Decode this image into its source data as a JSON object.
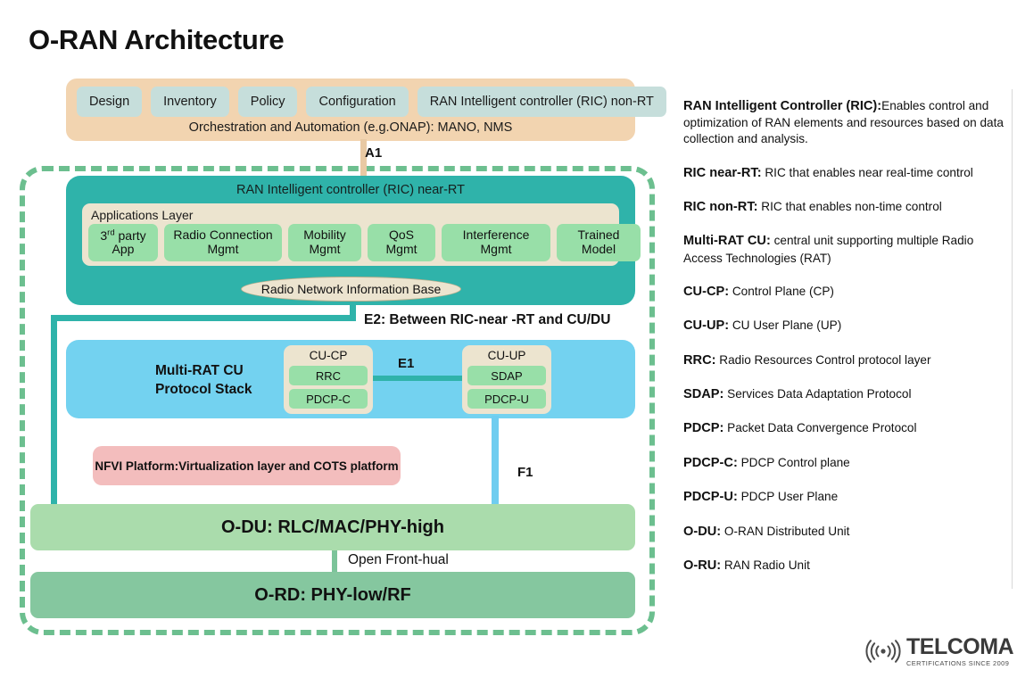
{
  "page": {
    "title": "O-RAN Architecture"
  },
  "orchestration": {
    "chips": [
      "Design",
      "Inventory",
      "Policy",
      "Configuration",
      "RAN Intelligent controller (RIC) non-RT"
    ],
    "caption": "Orchestration and Automation (e.g.ONAP): MANO, NMS"
  },
  "connectors": {
    "a1": "A1",
    "e2": "E2: Between RIC-near -RT and CU/DU",
    "e1": "E1",
    "f1": "F1",
    "fronthaul": "Open Front-hual"
  },
  "ric_near_rt": {
    "title": "RAN Intelligent controller (RIC) near-RT",
    "apps_layer_label": "Applications Layer",
    "apps": [
      {
        "line1": "3rd party",
        "line2": "App"
      },
      {
        "line1": "Radio Connection",
        "line2": "Mgmt"
      },
      {
        "line1": "Mobility",
        "line2": "Mgmt"
      },
      {
        "line1": "QoS",
        "line2": "Mgmt"
      },
      {
        "line1": "Interference",
        "line2": "Mgmt"
      },
      {
        "line1": "Trained",
        "line2": "Model"
      }
    ],
    "database": "Radio Network Information Base"
  },
  "multi_rat_cu": {
    "label_line1": "Multi-RAT CU",
    "label_line2": "Protocol Stack",
    "cu_cp": {
      "head": "CU-CP",
      "items": [
        "RRC",
        "PDCP-C"
      ]
    },
    "cu_up": {
      "head": "CU-UP",
      "items": [
        "SDAP",
        "PDCP-U"
      ]
    }
  },
  "nfvi": {
    "label": "NFVI Platform:Virtualization layer and COTS platform"
  },
  "du": {
    "o_du": "O-DU: RLC/MAC/PHY-high",
    "o_rd": "O-RD: PHY-low/RF"
  },
  "legend": {
    "items": [
      {
        "term": "RAN Intelligent Controller (RIC):",
        "desc": "Enables control and optimization of RAN elements and resources based on data collection and analysis."
      },
      {
        "term": "RIC near-RT:",
        "desc": " RIC that enables near real-time control"
      },
      {
        "term": "RIC non-RT:",
        "desc": " RIC that enables non-time control"
      },
      {
        "term": "Multi-RAT CU:",
        "desc": " central unit supporting multiple Radio Access Technologies (RAT)"
      },
      {
        "term": "CU-CP:",
        "desc": " Control Plane (CP)"
      },
      {
        "term": "CU-UP:",
        "desc": " CU User Plane (UP)"
      },
      {
        "term": "RRC:",
        "desc": " Radio Resources Control protocol layer"
      },
      {
        "term": "SDAP:",
        "desc": " Services Data Adaptation Protocol"
      },
      {
        "term": "PDCP:",
        "desc": " Packet Data Convergence Protocol"
      },
      {
        "term": "PDCP-C:",
        "desc": " PDCP Control plane"
      },
      {
        "term": "PDCP-U:",
        "desc": " PDCP User Plane"
      },
      {
        "term": "O-DU:",
        "desc": " O-RAN Distributed Unit"
      },
      {
        "term": "O-RU:",
        "desc": " RAN Radio Unit"
      }
    ]
  },
  "logo": {
    "name": "TELCOMA",
    "tagline": "CERTIFICATIONS SINCE 2009"
  },
  "colors": {
    "orchestration_bg": "#f2d4b0",
    "orchestration_chip": "#c6dedb",
    "ric_bg": "#2fb3aa",
    "apps_layer_bg": "#ece4cf",
    "app_chip": "#98dfa8",
    "cu_bg": "#73d2f0",
    "nfvi_bg": "#f3bdbd",
    "odu_bg": "#aadcac",
    "ord_bg": "#85c79f",
    "dashed_border": "#6cbf8f",
    "a1_line": "#e8c9a3",
    "f1_line": "#6fcdf0"
  }
}
